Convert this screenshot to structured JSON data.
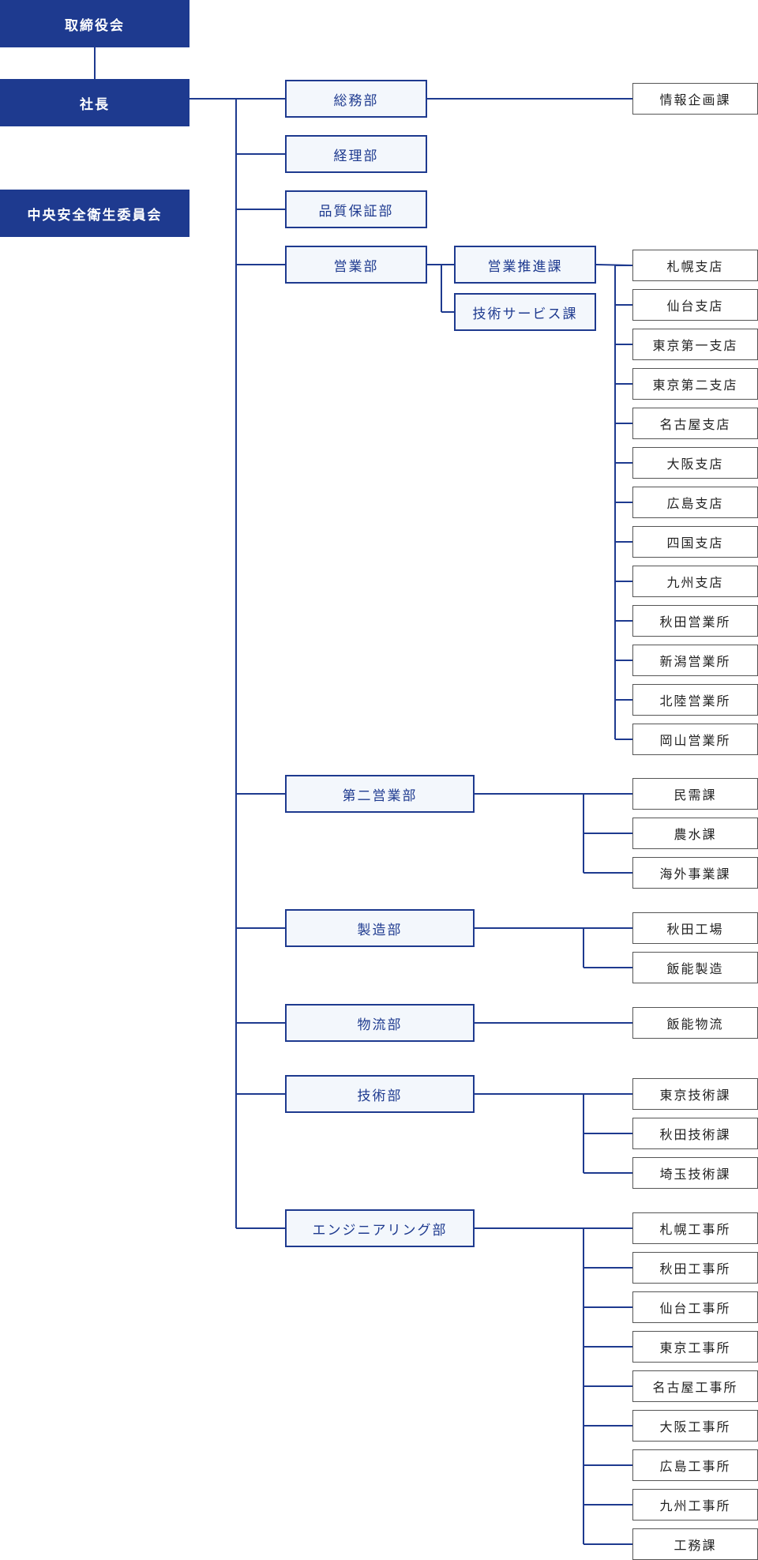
{
  "colors": {
    "primary": "#1e3a8f",
    "dept_fill": "#f3f7fc",
    "unit_border": "#555555",
    "line": "#1e3a8f"
  },
  "top": {
    "board": "取締役会",
    "president": "社長",
    "safety_committee": "中央安全衛生委員会"
  },
  "departments": [
    {
      "name": "総務部",
      "units": [
        "情報企画課"
      ]
    },
    {
      "name": "経理部",
      "units": []
    },
    {
      "name": "品質保証部",
      "units": []
    },
    {
      "name": "営業部",
      "sections": [
        "営業推進課",
        "技術サービス課"
      ],
      "units": [
        "札幌支店",
        "仙台支店",
        "東京第一支店",
        "東京第二支店",
        "名古屋支店",
        "大阪支店",
        "広島支店",
        "四国支店",
        "九州支店",
        "秋田営業所",
        "新潟営業所",
        "北陸営業所",
        "岡山営業所"
      ]
    },
    {
      "name": "第二営業部",
      "units": [
        "民需課",
        "農水課",
        "海外事業課"
      ]
    },
    {
      "name": "製造部",
      "units": [
        "秋田工場",
        "飯能製造"
      ]
    },
    {
      "name": "物流部",
      "units": [
        "飯能物流"
      ]
    },
    {
      "name": "技術部",
      "units": [
        "東京技術課",
        "秋田技術課",
        "埼玉技術課"
      ]
    },
    {
      "name": "エンジニアリング部",
      "units": [
        "札幌工事所",
        "秋田工事所",
        "仙台工事所",
        "東京工事所",
        "名古屋工事所",
        "大阪工事所",
        "広島工事所",
        "九州工事所",
        "工務課"
      ]
    }
  ]
}
